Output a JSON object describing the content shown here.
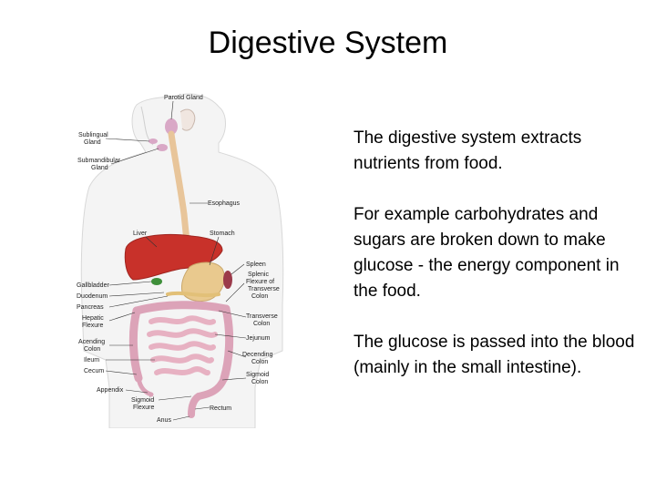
{
  "title": "Digestive System",
  "paragraphs": [
    "The digestive system extracts nutrients from food.",
    "For example carbohydrates and sugars are broken down to make glucose - the energy component in the food.",
    "The glucose is passed into the blood (mainly in the small intestine)."
  ],
  "diagram": {
    "labels": {
      "parotid": "Parotid Gland",
      "sublingual_1": "Sublingual",
      "sublingual_2": "Gland",
      "submandibular_1": "Submandibular",
      "submandibular_2": "Gland",
      "esophagus": "Esophagus",
      "liver": "Liver",
      "stomach": "Stomach",
      "spleen": "Spleen",
      "splenic_1": "Splenic",
      "splenic_2": "Flexure of",
      "splenic_3": "Transverse",
      "splenic_4": "Colon",
      "gallbladder": "Gallbladder",
      "duodenum": "Duodenum",
      "pancreas": "Pancreas",
      "hepatic_1": "Hepatic",
      "hepatic_2": "Flexure",
      "transverse_1": "Transverse",
      "transverse_2": "Colon",
      "jejunum": "Jejunum",
      "ascending_1": "Acending",
      "ascending_2": "Colon",
      "descending_1": "Decending",
      "descending_2": "Colon",
      "ileum": "Ileum",
      "cecum": "Cecum",
      "sigmoid_colon_1": "Sigmoid",
      "sigmoid_colon_2": "Colon",
      "appendix": "Appendix",
      "sigmoid_flexure_1": "Sigmoid",
      "sigmoid_flexure_2": "Flexure",
      "rectum": "Rectum",
      "anus": "Anus"
    }
  }
}
